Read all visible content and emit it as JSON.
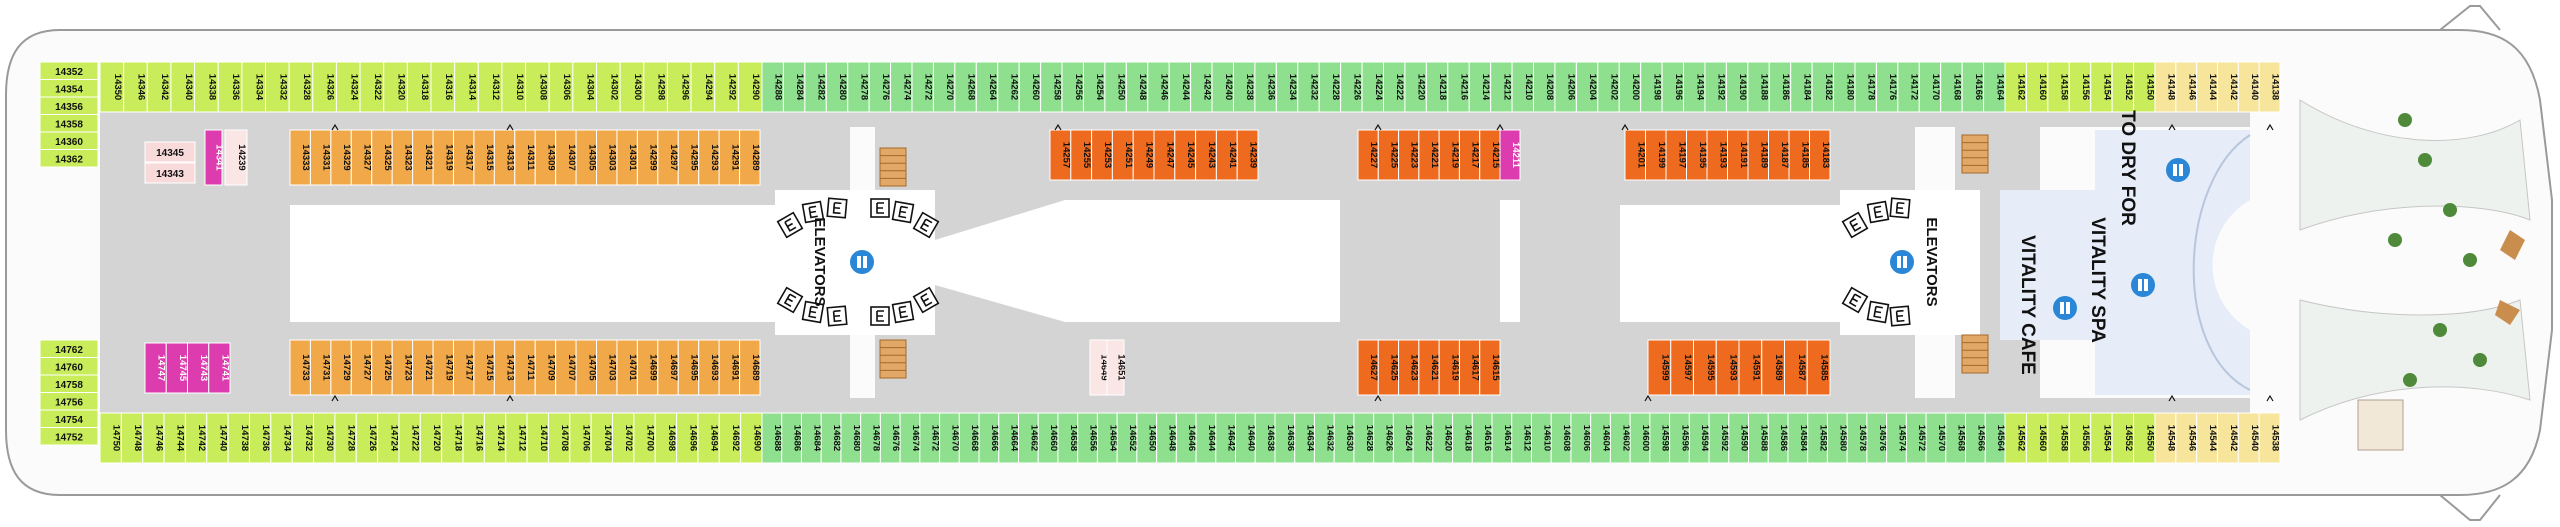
{
  "colors": {
    "lime": "#c8ec5a",
    "green": "#8ee08e",
    "yellow": "#f6e59a",
    "orange": "#f0a848",
    "darkorange": "#ee6a1e",
    "magenta": "#dc3cae",
    "pink": "#f8dada",
    "lightpink": "#fbe6e6",
    "hall": "#d4d4d4",
    "blue": "#2a86d6",
    "spa": "#e6edf8"
  },
  "labels": {
    "elevators": "ELEVATORS",
    "to_dry_for": "TO DRY FOR",
    "vitality_spa": "VITALITY SPA",
    "vitality_cafe": "VITALITY CAFE"
  },
  "cabins": {
    "left_top_stack": [
      "14352",
      "14354",
      "14356",
      "14358",
      "14360",
      "14362"
    ],
    "left_bottom_stack": [
      "14762",
      "14760",
      "14758",
      "14756",
      "14754",
      "14752"
    ],
    "top_outer_lime": [
      "14350",
      "14346",
      "14342",
      "14340",
      "14338",
      "14336",
      "14334",
      "14332",
      "14328",
      "14326",
      "14324",
      "14322",
      "14320",
      "14318",
      "14316",
      "14314",
      "14312",
      "14310",
      "14308",
      "14306",
      "14304",
      "14302",
      "14300",
      "14298",
      "14296",
      "14294",
      "14292",
      "14290"
    ],
    "top_outer_green": [
      "14288",
      "14284",
      "14282",
      "14280",
      "14278",
      "14276",
      "14274",
      "14272",
      "14270",
      "14268",
      "14264",
      "14262",
      "14260",
      "14258",
      "14256",
      "14254",
      "14250",
      "14248",
      "14246",
      "14244",
      "14242",
      "14240",
      "14238",
      "14236",
      "14234",
      "14232",
      "14228",
      "14226",
      "14224",
      "14222",
      "14220",
      "14218",
      "14216",
      "14214",
      "14212",
      "14210",
      "14208",
      "14206",
      "14204",
      "14202",
      "14200",
      "14198",
      "14196",
      "14194",
      "14192",
      "14190",
      "14188",
      "14186",
      "14184",
      "14182",
      "14180",
      "14178",
      "14176",
      "14172",
      "14170",
      "14168",
      "14166",
      "14164"
    ],
    "top_outer_lime2": [
      "14162",
      "14160",
      "14158",
      "14156",
      "14154",
      "14152",
      "14150"
    ],
    "top_outer_yellow": [
      "14148",
      "14146",
      "14144",
      "14142",
      "14140",
      "14138"
    ],
    "bottom_outer_lime": [
      "14750",
      "14748",
      "14746",
      "14744",
      "14742",
      "14740",
      "14738",
      "14736",
      "14734",
      "14732",
      "14730",
      "14728",
      "14726",
      "14724",
      "14722",
      "14720",
      "14718",
      "14716",
      "14714",
      "14712",
      "14710",
      "14708",
      "14706",
      "14704",
      "14702",
      "14700",
      "14698",
      "14696",
      "14694",
      "14692",
      "14690"
    ],
    "bottom_outer_green": [
      "14688",
      "14686",
      "14684",
      "14682",
      "14680",
      "14678",
      "14676",
      "14674",
      "14672",
      "14670",
      "14668",
      "14666",
      "14664",
      "14662",
      "14660",
      "14658",
      "14656",
      "14654",
      "14652",
      "14650",
      "14648",
      "14646",
      "14644",
      "14642",
      "14640",
      "14638",
      "14636",
      "14634",
      "14632",
      "14630",
      "14628",
      "14626",
      "14624",
      "14622",
      "14620",
      "14618",
      "14616",
      "14614",
      "14612",
      "14610",
      "14608",
      "14606",
      "14604",
      "14602",
      "14600",
      "14598",
      "14596",
      "14594",
      "14592",
      "14590",
      "14588",
      "14586",
      "14584",
      "14582",
      "14580",
      "14578",
      "14576",
      "14574",
      "14572",
      "14570",
      "14568",
      "14566",
      "14564"
    ],
    "bottom_outer_lime2": [
      "14562",
      "14560",
      "14558",
      "14556",
      "14554",
      "14552",
      "14550"
    ],
    "bottom_outer_yellow": [
      "14548",
      "14546",
      "14544",
      "14542",
      "14540",
      "14538"
    ],
    "pink_top_a": "14345",
    "pink_top_b": "14343",
    "pink_top_c": "14239",
    "magenta_top": "14341",
    "magenta_top2": "14211",
    "magenta_bottom": [
      "14747",
      "14745",
      "14743",
      "14741"
    ],
    "pink_mid_bottom_a": "14649",
    "pink_mid_bottom_b": "14651",
    "top_inner_orange": [
      "14333",
      "14331",
      "14329",
      "14327",
      "14325",
      "14323",
      "14321",
      "14319",
      "14317",
      "14315",
      "14313",
      "14311",
      "14309",
      "14307",
      "14305",
      "14303",
      "14301",
      "14299",
      "14297",
      "14295",
      "14293",
      "14291",
      "14289"
    ],
    "bottom_inner_orange": [
      "14733",
      "14731",
      "14729",
      "14727",
      "14725",
      "14723",
      "14721",
      "14719",
      "14717",
      "14715",
      "14713",
      "14711",
      "14709",
      "14707",
      "14705",
      "14703",
      "14701",
      "14699",
      "14697",
      "14695",
      "14693",
      "14691",
      "14689"
    ],
    "top_dark_1": [
      "14257",
      "14255",
      "14253",
      "14251",
      "14249",
      "14247",
      "14245",
      "14243",
      "14241",
      "14239"
    ],
    "top_dark_2": [
      "14227",
      "14225",
      "14223",
      "14221",
      "14219",
      "14217",
      "14215"
    ],
    "top_dark_3": [
      "14201",
      "14199",
      "14197",
      "14195",
      "14193",
      "14191",
      "14189",
      "14187",
      "14185",
      "14183"
    ],
    "bottom_dark_2": [
      "14627",
      "14625",
      "14623",
      "14621",
      "14619",
      "14617",
      "14615"
    ],
    "bottom_dark_3": [
      "14599",
      "14597",
      "14595",
      "14593",
      "14591",
      "14589",
      "14587",
      "14585"
    ]
  }
}
